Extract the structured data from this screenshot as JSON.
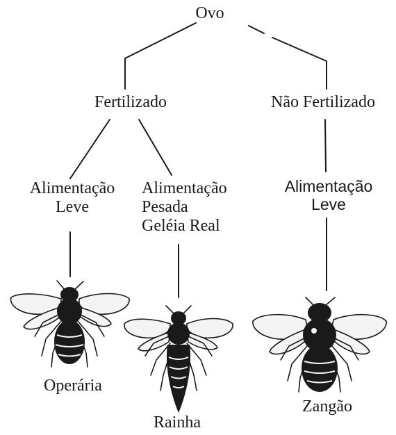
{
  "tree": {
    "root": {
      "label": "Ovo"
    },
    "fertilized": {
      "label": "Fertilizado"
    },
    "unfertilized": {
      "label": "Não Fertilizado"
    },
    "worker_feeding": {
      "lines": [
        "Alimentação",
        "Leve"
      ]
    },
    "queen_feeding": {
      "lines": [
        "Alimentação",
        "Pesada",
        "Geléia Real"
      ]
    },
    "drone_feeding": {
      "lines": [
        "Alimentação",
        "Leve"
      ]
    }
  },
  "castes": {
    "worker": {
      "label": "Operária",
      "icon": "worker-bee-icon"
    },
    "queen": {
      "label": "Rainha",
      "icon": "queen-bee-icon"
    },
    "drone": {
      "label": "Zangão",
      "icon": "drone-bee-icon"
    }
  },
  "colors": {
    "ink": "#1a1a1a",
    "wing_fill": "#f4f4f4",
    "background": "#ffffff"
  }
}
